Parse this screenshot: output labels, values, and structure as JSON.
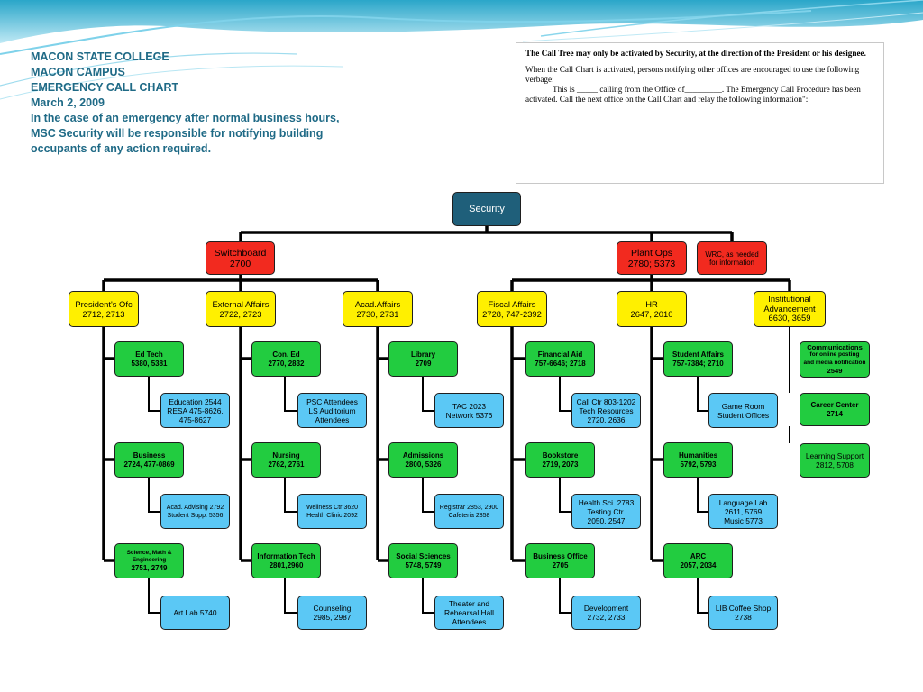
{
  "header": {
    "lines": [
      "MACON STATE COLLEGE",
      "MACON CAMPUS",
      "EMERGENCY CALL CHART",
      "March 2, 2009",
      "In the case of an emergency after normal business hours,",
      "MSC Security will be responsible for notifying building",
      "occupants of any action required."
    ]
  },
  "notice": {
    "bold": "The Call Tree may only be activated by Security, at the direction of the President or his designee.",
    "p1": "When the Call Chart is activated, persons notifying other offices are encouraged to use the following verbage:",
    "p2": "This is _____ calling from the Office of_________.  The Emergency Call Procedure has been activated.  Call the next office on the Call Chart and relay the following information\":"
  },
  "chart": {
    "security": "Security",
    "switchboard": [
      "Switchboard",
      "2700"
    ],
    "plant_ops": [
      "Plant Ops",
      "2780; 5373"
    ],
    "wrc": [
      "WRC, as needed",
      "for  information"
    ],
    "presidents": [
      "President's Ofc",
      "2712, 2713"
    ],
    "external": [
      "External Affairs",
      "2722, 2723"
    ],
    "acad": [
      "Acad.Affairs",
      "2730, 2731"
    ],
    "fiscal": [
      "Fiscal Affairs",
      "2728, 747-2392"
    ],
    "hr": [
      "HR",
      "2647, 2010"
    ],
    "inst": [
      "Institutional",
      "Advancement",
      "6630, 3659"
    ],
    "edtech": [
      "Ed Tech",
      "5380, 5381"
    ],
    "education": [
      "Education 2544",
      "RESA 475-8626,",
      "475-8627"
    ],
    "business": [
      "Business",
      "2724, 477-0869"
    ],
    "advising": [
      "Acad. Advising 2792",
      "Student Supp. 5356"
    ],
    "science": [
      "Science, Math &",
      "Engineering",
      "2751, 2749"
    ],
    "artlab": [
      "Art Lab 5740"
    ],
    "coned": [
      "Con. Ed",
      "2770, 2832"
    ],
    "psc": [
      "PSC Attendees",
      "LS Auditorium",
      "Attendees"
    ],
    "nursing": [
      "Nursing",
      "2762, 2761"
    ],
    "wellness": [
      "Wellness Ctr 3620",
      "Health Clinic 2092"
    ],
    "infotech": [
      "Information Tech",
      "2801,2960"
    ],
    "counseling": [
      "Counseling",
      "2985, 2987"
    ],
    "library": [
      "Library",
      "2709"
    ],
    "tac": [
      "TAC 2023",
      "Network 5376"
    ],
    "admissions": [
      "Admissions",
      "2800, 5326"
    ],
    "registrar": [
      "Registrar 2853, 2900",
      "Cafeteria 2858"
    ],
    "socsci": [
      "Social Sciences",
      "5748, 5749"
    ],
    "theater": [
      "Theater and",
      "Rehearsal Hall",
      "Attendees"
    ],
    "finaid": [
      "Financial Aid",
      "757-6646; 2718"
    ],
    "callctr": [
      "Call Ctr  803-1202",
      "Tech  Resources",
      "2720, 2636"
    ],
    "bookstore": [
      "Bookstore",
      "2719, 2073"
    ],
    "healthsci": [
      "Health Sci.  2783",
      "Testing Ctr.",
      "2050, 2547"
    ],
    "busoffice": [
      "Business Office",
      "2705"
    ],
    "development": [
      "Development",
      "2732, 2733"
    ],
    "studaff": [
      "Student Affairs",
      "757-7384; 2710"
    ],
    "gameroom": [
      "Game Room",
      "Student Offices"
    ],
    "humanities": [
      "Humanities",
      "5792, 5793"
    ],
    "langlab": [
      "Language Lab",
      "2611, 5769",
      "Music 5773"
    ],
    "arc": [
      "ARC",
      "2057, 2034"
    ],
    "coffee": [
      "LIB Coffee Shop",
      "2738"
    ],
    "comms": [
      "Communications",
      "for online posting",
      "and media notification",
      "2549"
    ],
    "career": [
      "Career Center",
      "2714"
    ],
    "learning": [
      "Learning Support",
      "2812, 5708"
    ]
  },
  "colors": {
    "security": "#1f5f7a",
    "red": "#f22a1f",
    "yellow": "#fff000",
    "green": "#22cc40",
    "blue": "#5bc8f5",
    "header_text": "#1f6a86"
  }
}
